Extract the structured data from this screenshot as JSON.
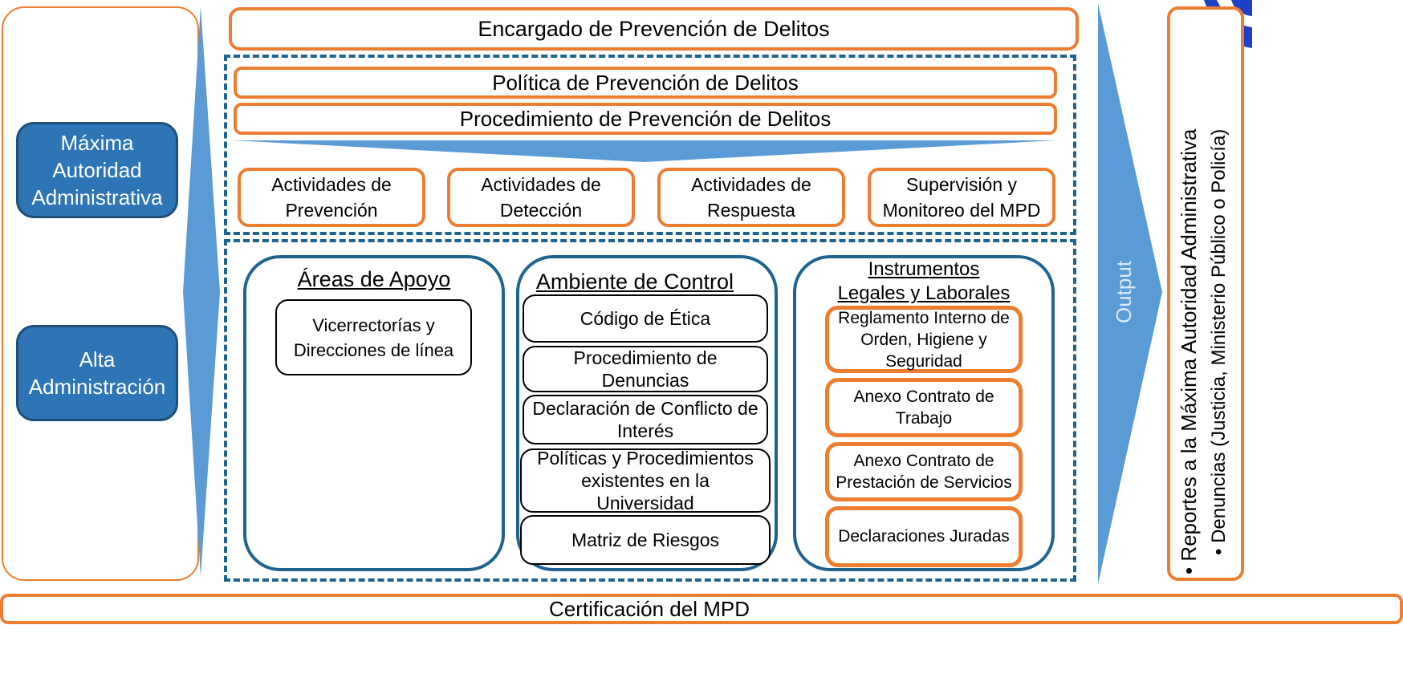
{
  "roles": {
    "maxima": "Máxima Autoridad Administrativa",
    "alta": "Alta Administración"
  },
  "encargado": "Encargado de Prevención de Delitos",
  "politica": "Política de Prevención de Delitos",
  "procedimiento": "Procedimiento de Prevención de Delitos",
  "actividades": [
    "Actividades de Prevención",
    "Actividades de Detección",
    "Actividades de Respuesta",
    "Supervisión y Monitoreo del MPD"
  ],
  "areas_apoyo": {
    "title": "Áreas de Apoyo",
    "items": [
      "Vicerrectorías y Direcciones de línea"
    ]
  },
  "ambiente_control": {
    "title": "Ambiente de Control",
    "items": [
      "Código de Ética",
      "Procedimiento de Denuncias",
      "Declaración de Conflicto de Interés",
      "Políticas y Procedimientos existentes en la Universidad",
      "Matriz de Riesgos"
    ]
  },
  "instrumentos": {
    "title_line1": "Instrumentos",
    "title_line2": "Legales y Laborales",
    "items": [
      "Reglamento Interno de Orden, Higiene y Seguridad",
      "Anexo Contrato de Trabajo",
      "Anexo Contrato de Prestación de Servicios",
      "Declaraciones Juradas"
    ]
  },
  "output_label": "Output",
  "reportes": {
    "main": "• Reportes a la Máxima Autoridad Administrativa",
    "sub": "• Denuncias (Justicia, Ministerio Público o Policía)"
  },
  "certificacion": "Certificación del MPD",
  "colors": {
    "orange": "#ED7D31",
    "blue_fill": "#2E75B6",
    "blue_border": "#1F6391",
    "arrow_blue": "#5B9BD5"
  }
}
